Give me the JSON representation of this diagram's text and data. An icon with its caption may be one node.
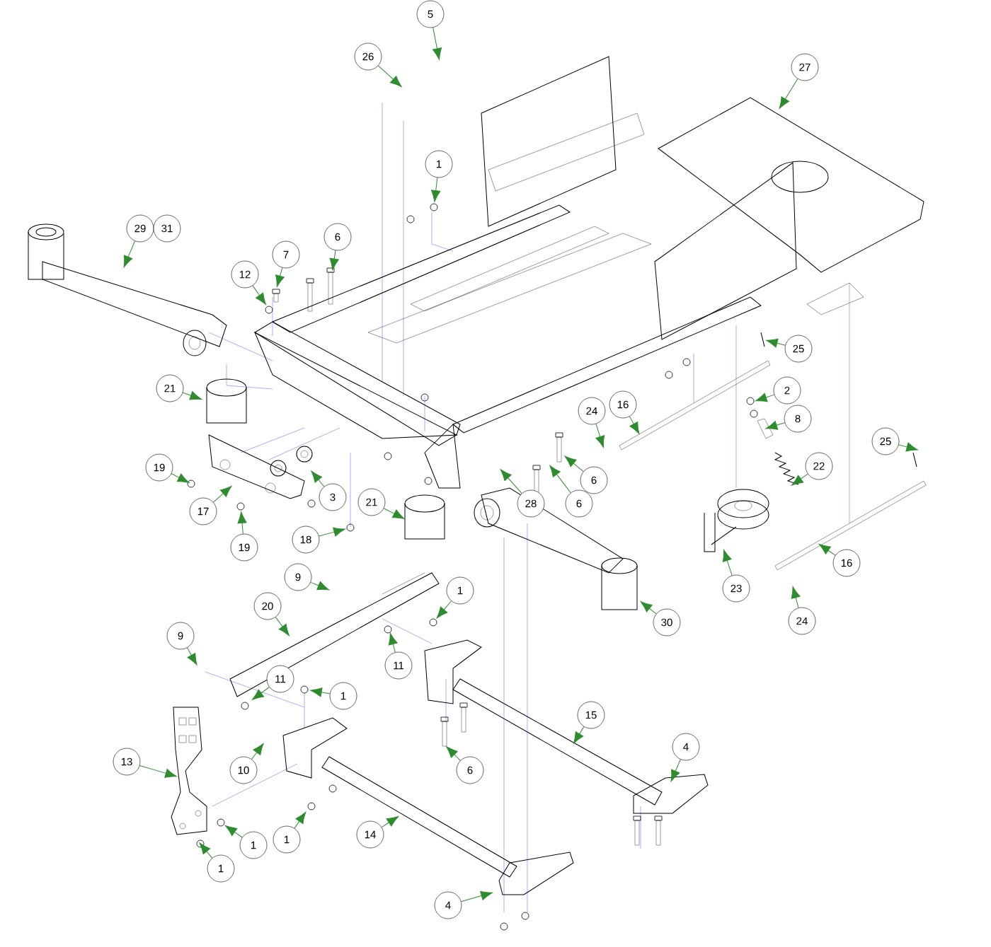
{
  "diagram": {
    "nodes": [
      {
        "text": [
          "5"
        ]
      },
      {
        "text": [
          "26"
        ]
      },
      {
        "text": [
          "27"
        ]
      },
      {
        "text": [
          "1"
        ]
      },
      {
        "text": [
          "29"
        ]
      },
      {
        "text": [
          "31"
        ]
      },
      {
        "text": [
          "7"
        ]
      },
      {
        "text": [
          "6"
        ]
      },
      {
        "text": [
          "12"
        ]
      },
      {
        "text": [
          "21"
        ]
      },
      {
        "text": [
          "19"
        ]
      },
      {
        "text": [
          "17"
        ]
      },
      {
        "text": [
          "19"
        ]
      },
      {
        "text": [
          "3"
        ]
      },
      {
        "text": [
          "18"
        ]
      },
      {
        "text": [
          "21"
        ]
      },
      {
        "text": [
          "28"
        ]
      },
      {
        "text": [
          "6"
        ]
      },
      {
        "text": [
          "6"
        ]
      },
      {
        "text": [
          "25"
        ]
      },
      {
        "text": [
          "2"
        ]
      },
      {
        "text": [
          "8"
        ]
      },
      {
        "text": [
          "24"
        ]
      },
      {
        "text": [
          "16"
        ]
      },
      {
        "text": [
          "22"
        ]
      },
      {
        "text": [
          "25"
        ]
      },
      {
        "text": [
          "16"
        ]
      },
      {
        "text": [
          "23"
        ]
      },
      {
        "text": [
          "24"
        ]
      },
      {
        "text": [
          "30"
        ]
      },
      {
        "text": [
          "9"
        ]
      },
      {
        "text": [
          "20"
        ]
      },
      {
        "text": [
          "1"
        ]
      },
      {
        "text": [
          "11"
        ]
      },
      {
        "text": [
          "9"
        ]
      },
      {
        "text": [
          "11"
        ]
      },
      {
        "text": [
          "1"
        ]
      },
      {
        "text": [
          "15"
        ]
      },
      {
        "text": [
          "4"
        ]
      },
      {
        "text": [
          "13"
        ]
      },
      {
        "text": [
          "10"
        ]
      },
      {
        "text": [
          "6"
        ]
      },
      {
        "text": [
          "1"
        ]
      },
      {
        "text": [
          "1"
        ]
      },
      {
        "text": [
          "14"
        ]
      },
      {
        "text": [
          "1"
        ]
      },
      {
        "text": [
          "4"
        ]
      }
    ],
    "edges": [
      {
        "from": 0,
        "to": null,
        "arrow": "to"
      },
      {
        "from": 1,
        "to": null,
        "arrow": "to"
      },
      {
        "from": 2,
        "to": null,
        "arrow": "to"
      },
      {
        "from": 3,
        "to": null,
        "arrow": "to"
      },
      {
        "from": 4,
        "to": null,
        "arrow": "to"
      },
      {
        "from": 6,
        "to": null,
        "arrow": "to"
      },
      {
        "from": 7,
        "to": null,
        "arrow": "to"
      },
      {
        "from": 8,
        "to": null,
        "arrow": "to"
      },
      {
        "from": 9,
        "to": null,
        "arrow": "to"
      },
      {
        "from": 10,
        "to": null,
        "arrow": "to"
      },
      {
        "from": 11,
        "to": null,
        "arrow": "to"
      },
      {
        "from": 12,
        "to": null,
        "arrow": "to"
      },
      {
        "from": 13,
        "to": null,
        "arrow": "to"
      },
      {
        "from": 14,
        "to": null,
        "arrow": "to"
      },
      {
        "from": 15,
        "to": null,
        "arrow": "to"
      },
      {
        "from": 16,
        "to": null,
        "arrow": "to"
      },
      {
        "from": 17,
        "to": null,
        "arrow": "to"
      },
      {
        "from": 18,
        "to": null,
        "arrow": "to"
      },
      {
        "from": 19,
        "to": null,
        "arrow": "to"
      },
      {
        "from": 20,
        "to": null,
        "arrow": "to"
      },
      {
        "from": 21,
        "to": null,
        "arrow": "to"
      },
      {
        "from": 22,
        "to": null,
        "arrow": "to"
      },
      {
        "from": 23,
        "to": null,
        "arrow": "to"
      },
      {
        "from": 24,
        "to": null,
        "arrow": "to"
      },
      {
        "from": 25,
        "to": null,
        "arrow": "to"
      },
      {
        "from": 26,
        "to": null,
        "arrow": "to"
      },
      {
        "from": 27,
        "to": null,
        "arrow": "to"
      },
      {
        "from": 28,
        "to": null,
        "arrow": "to"
      },
      {
        "from": 29,
        "to": null,
        "arrow": "to"
      },
      {
        "from": 30,
        "to": null,
        "arrow": "to"
      },
      {
        "from": 31,
        "to": null,
        "arrow": "to"
      },
      {
        "from": 32,
        "to": null,
        "arrow": "to"
      },
      {
        "from": 33,
        "to": null,
        "arrow": "to"
      },
      {
        "from": 34,
        "to": null,
        "arrow": "to"
      },
      {
        "from": 35,
        "to": null,
        "arrow": "to"
      },
      {
        "from": 36,
        "to": null,
        "arrow": "to"
      },
      {
        "from": 37,
        "to": null,
        "arrow": "to"
      },
      {
        "from": 38,
        "to": null,
        "arrow": "to"
      },
      {
        "from": 39,
        "to": null,
        "arrow": "to"
      },
      {
        "from": 40,
        "to": null,
        "arrow": "to"
      },
      {
        "from": 41,
        "to": null,
        "arrow": "to"
      },
      {
        "from": 42,
        "to": null,
        "arrow": "to"
      },
      {
        "from": 43,
        "to": null,
        "arrow": "to"
      },
      {
        "from": 44,
        "to": null,
        "arrow": "to"
      },
      {
        "from": 45,
        "to": null,
        "arrow": "to"
      },
      {
        "from": 46,
        "to": null,
        "arrow": "to"
      }
    ]
  }
}
